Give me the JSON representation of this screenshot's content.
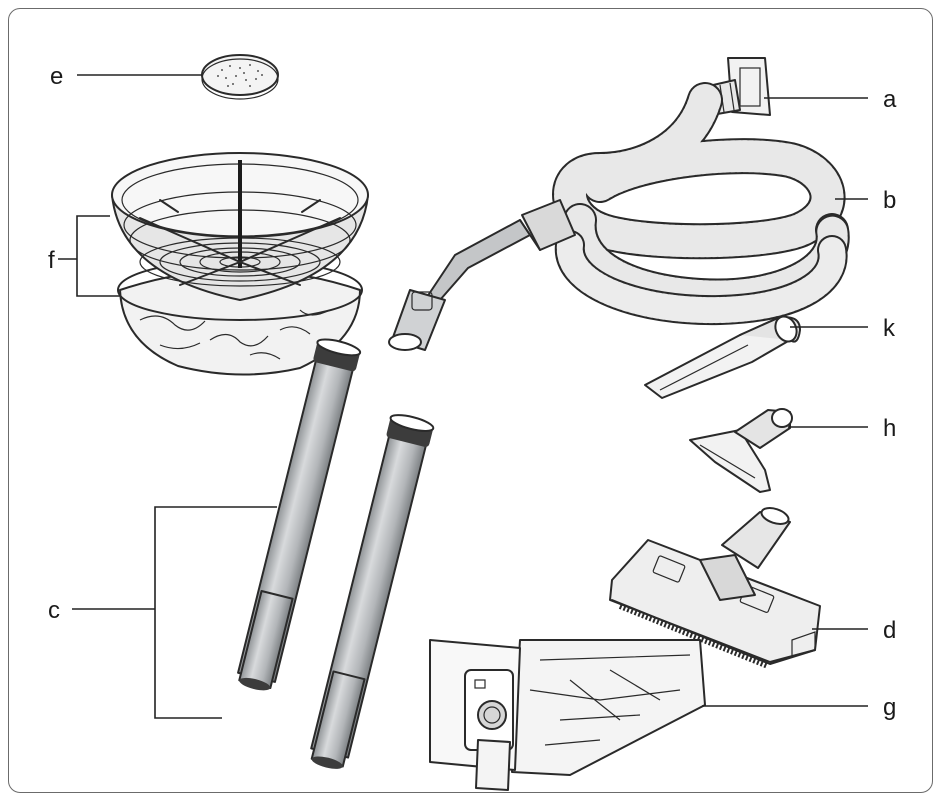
{
  "labels": {
    "a": "a",
    "b": "b",
    "c": "c",
    "d": "d",
    "e": "e",
    "f": "f",
    "g": "g",
    "h": "h",
    "k": "k"
  },
  "colors": {
    "frame": "#6b6b6b",
    "ink": "#2a2a2a",
    "tube": "#b9bcbf",
    "tube_dark": "#3c3c3c",
    "fill_light": "#f4f4f4",
    "fill_mid": "#dcdcdc"
  }
}
